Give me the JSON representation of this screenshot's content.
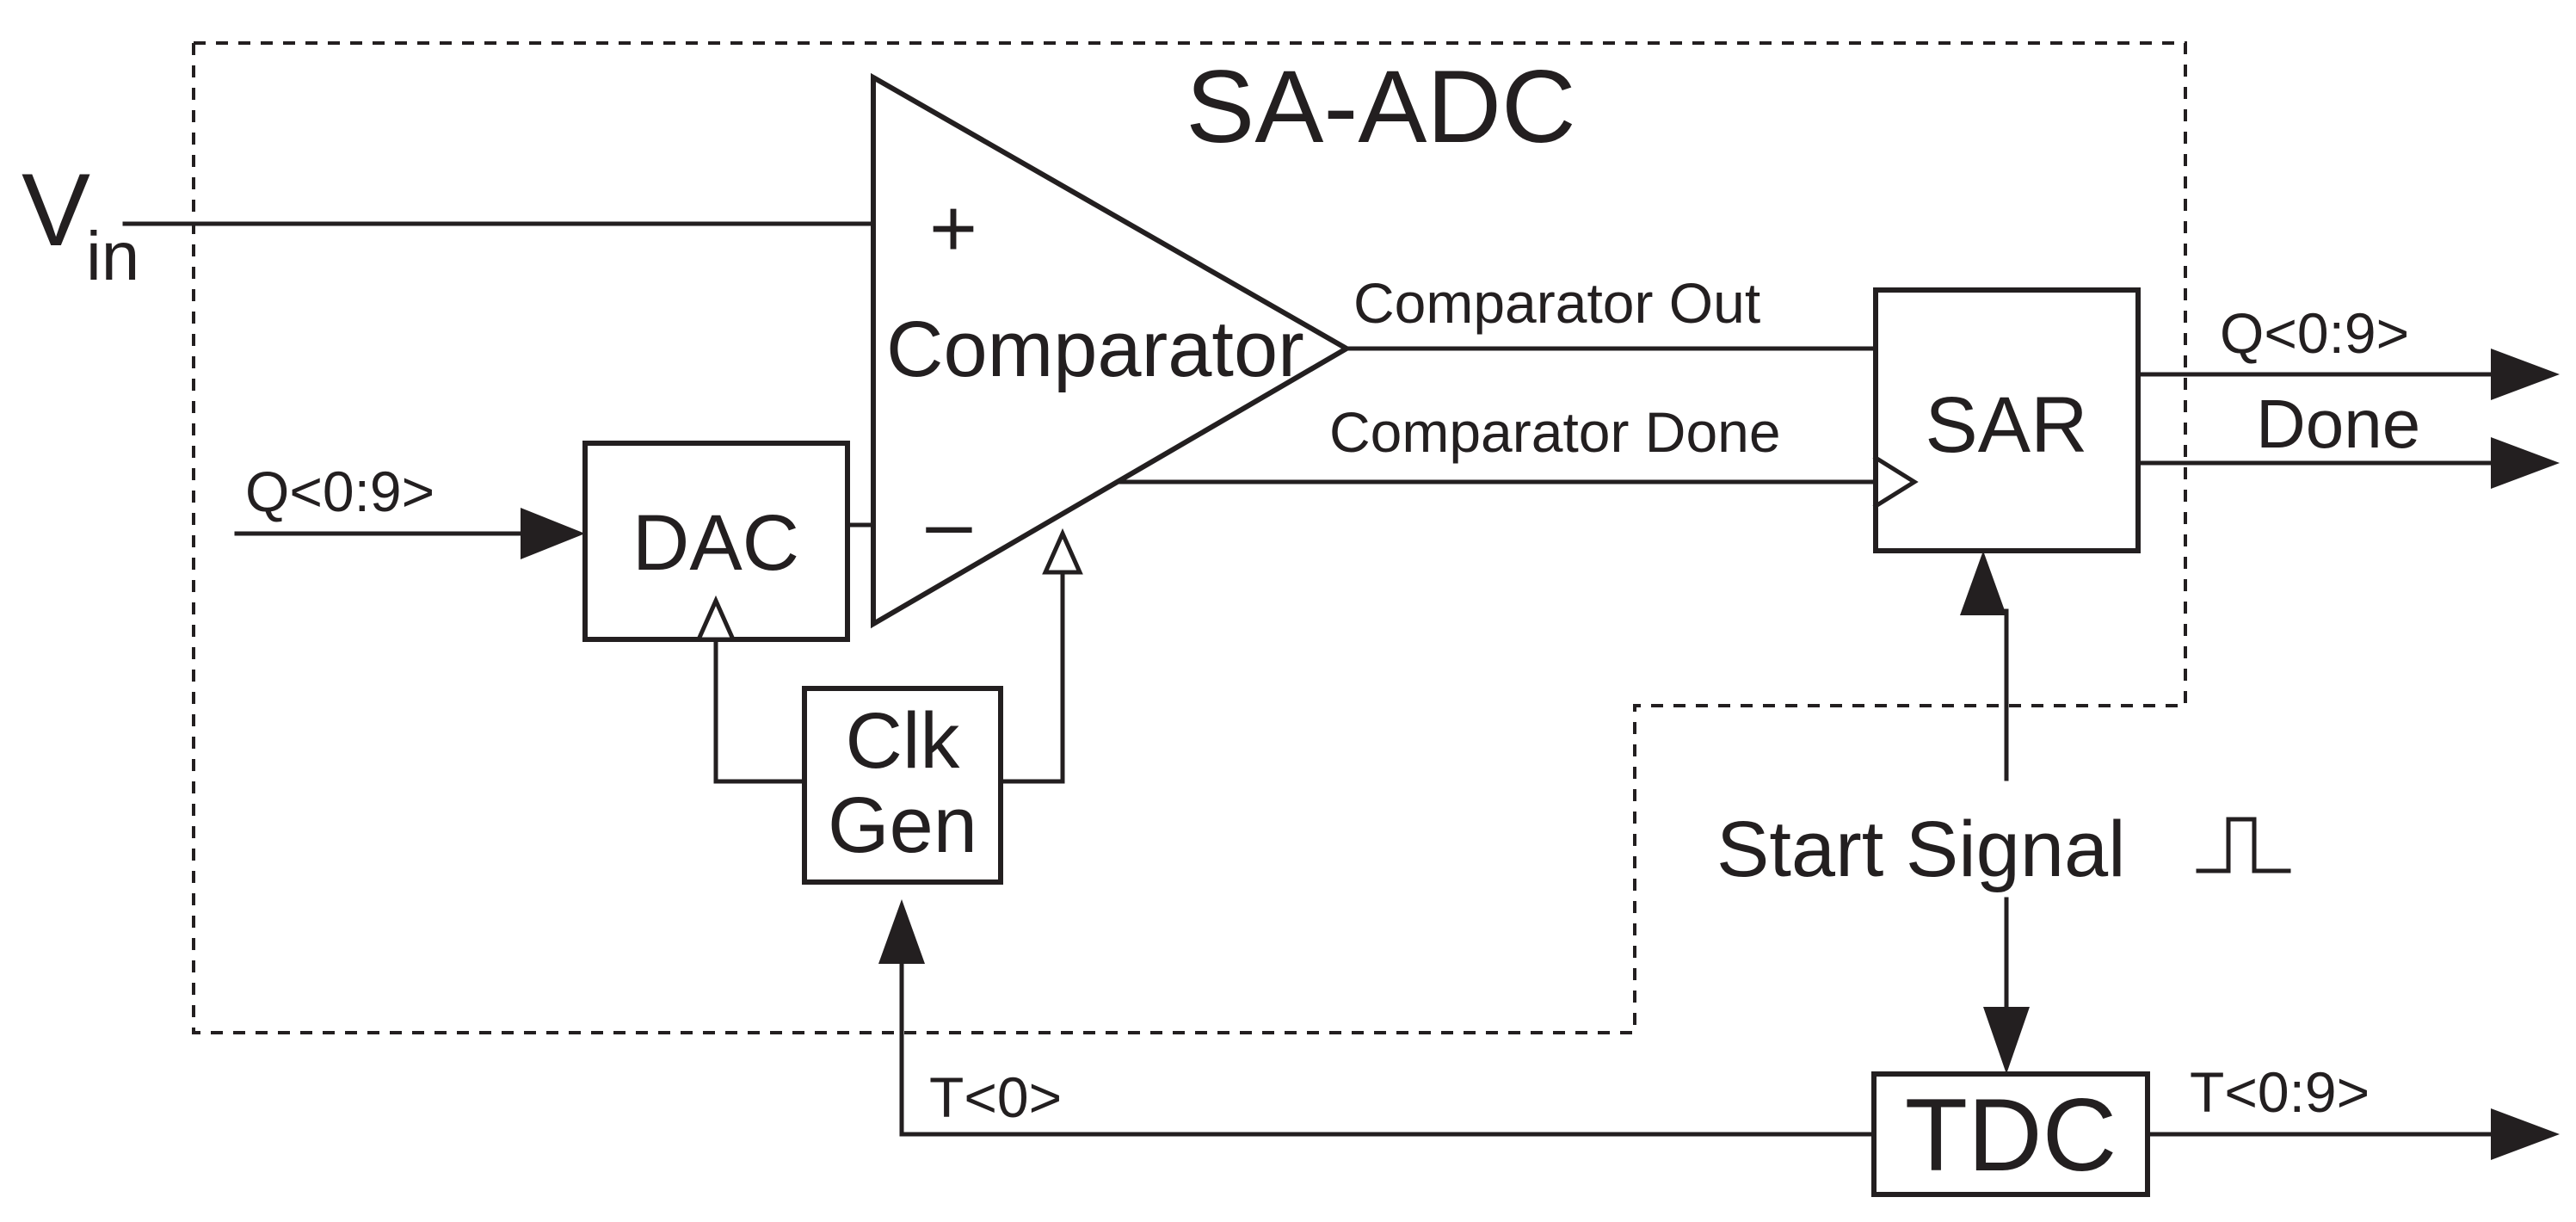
{
  "diagram": {
    "title": "SA-ADC",
    "input": {
      "main": "V",
      "sub": "in"
    },
    "dac_input": "Q<0:9>",
    "blocks": {
      "comparator": "Comparator",
      "dac": "DAC",
      "clkgen_line1": "Clk",
      "clkgen_line2": "Gen",
      "sar": "SAR",
      "tdc": "TDC"
    },
    "signs": {
      "plus": "+",
      "minus": "–"
    },
    "signals": {
      "comparator_out": "Comparator Out",
      "comparator_done": "Comparator Done",
      "sar_q_out": "Q<0:9>",
      "done": "Done",
      "start_signal": "Start Signal",
      "t0": "T<0>",
      "tdc_out": "T<0:9>"
    }
  }
}
